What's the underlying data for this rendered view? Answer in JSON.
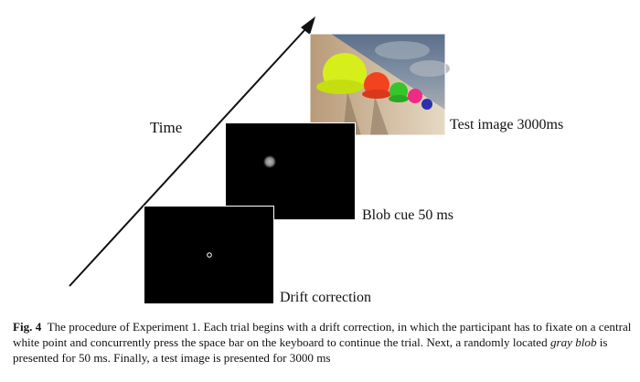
{
  "diagram": {
    "time_label": "Time",
    "frames": [
      {
        "id": "drift",
        "label": "Drift correction",
        "fill": "#000000"
      },
      {
        "id": "blob",
        "label": "Blob cue 50 ms",
        "fill": "#000000"
      },
      {
        "id": "test",
        "label": "Test image 3000ms",
        "content": "photo of colored hats on a wall"
      }
    ]
  },
  "caption": {
    "fig_number": "Fig. 4",
    "text_before": "The procedure of Experiment 1. Each trial begins with a drift correction, in which the participant has to fixate on a central white point and concurrently press the space bar on the keyboard to continue the trial. Next, a randomly located ",
    "emphasis": "gray blob",
    "text_after": " is presented for 50 ms. Finally, a test image is presented for 3000 ms"
  }
}
